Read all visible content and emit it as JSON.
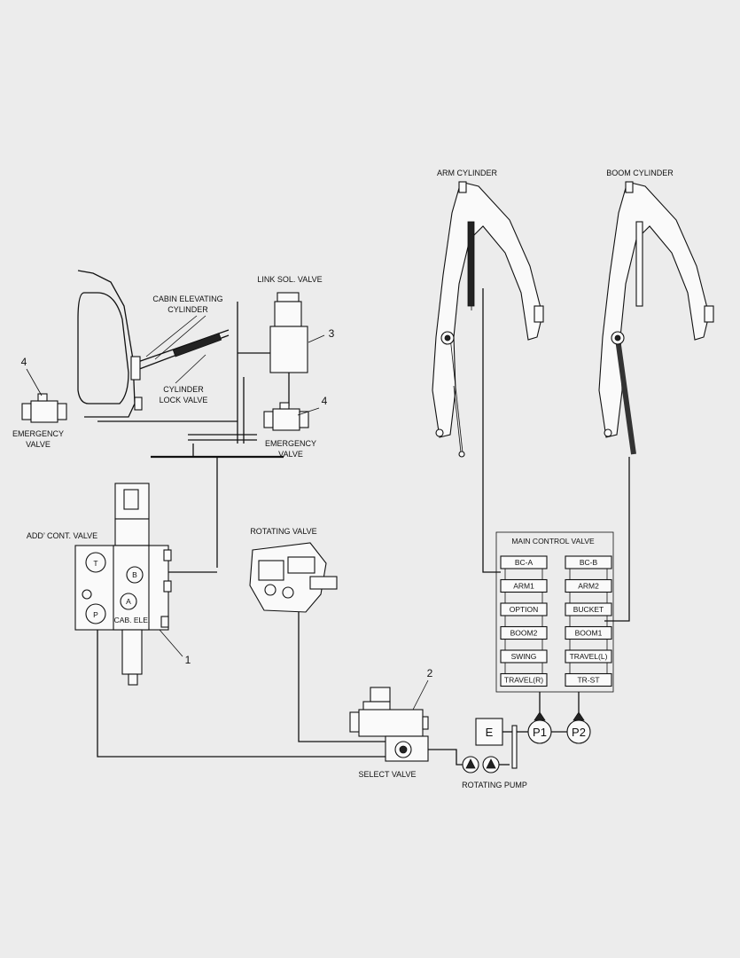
{
  "labels": {
    "arm_cylinder": "ARM CYLINDER",
    "boom_cylinder": "BOOM CYLINDER",
    "link_sol_valve": "LINK SOL. VALVE",
    "cabin_elevating_1": "CABIN ELEVATING",
    "cabin_elevating_2": "CYLINDER",
    "cylinder_lock_1": "CYLINDER",
    "cylinder_lock_2": "LOCK VALVE",
    "emergency_left_1": "EMERGENCY",
    "emergency_left_2": "VALVE",
    "emergency_right_1": "EMERGENCY",
    "emergency_right_2": "VALVE",
    "add_cont_valve": "ADD’ CONT. VALVE",
    "rotating_valve": "ROTATING VALVE",
    "select_valve": "SELECT VALVE",
    "rotating_pump": "ROTATING PUMP",
    "main_control_valve": "MAIN CONTROL VALVE",
    "engine": "E",
    "pump1": "P1",
    "pump2": "P2",
    "add_valve_t": "T",
    "add_valve_b": "B",
    "add_valve_a": "A",
    "add_valve_p": "P",
    "add_valve_plate": "CAB. ELE."
  },
  "callouts": {
    "n1": "1",
    "n2": "2",
    "n3": "3",
    "n4_left": "4",
    "n4_right": "4"
  },
  "main_control_valve": {
    "rows": [
      {
        "left": "BC-A",
        "right": "BC-B"
      },
      {
        "left": "ARM1",
        "right": "ARM2"
      },
      {
        "left": "OPTION",
        "right": "BUCKET"
      },
      {
        "left": "BOOM2",
        "right": "BOOM1"
      },
      {
        "left": "SWING",
        "right": "TRAVEL(L)"
      },
      {
        "left": "TRAVEL(R)",
        "right": "TR-ST"
      }
    ]
  }
}
